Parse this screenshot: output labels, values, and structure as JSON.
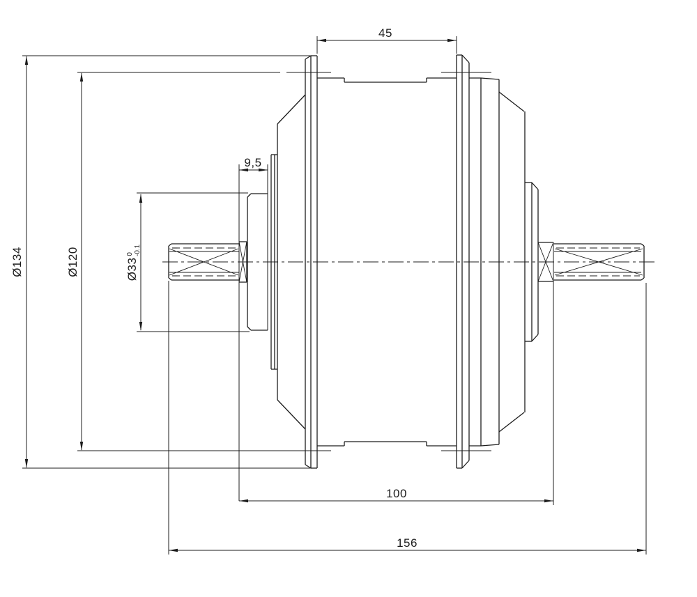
{
  "drawing": {
    "title": "hub-motor-side-elevation",
    "background": "#ffffff",
    "line_color": "#1c1c1c",
    "dimensions": {
      "flange_spacing": {
        "label": "45"
      },
      "freewheel_offset": {
        "label": "9,5"
      },
      "dropout_spacing": {
        "label": "100"
      },
      "overall_axle_length": {
        "label": "156"
      },
      "flange_diameter": {
        "label": "Ø134"
      },
      "shell_diameter": {
        "label": "Ø120"
      },
      "boss_diameter": {
        "label": "Ø33",
        "tol_upper": "0",
        "tol_lower": "-0.1"
      }
    }
  }
}
